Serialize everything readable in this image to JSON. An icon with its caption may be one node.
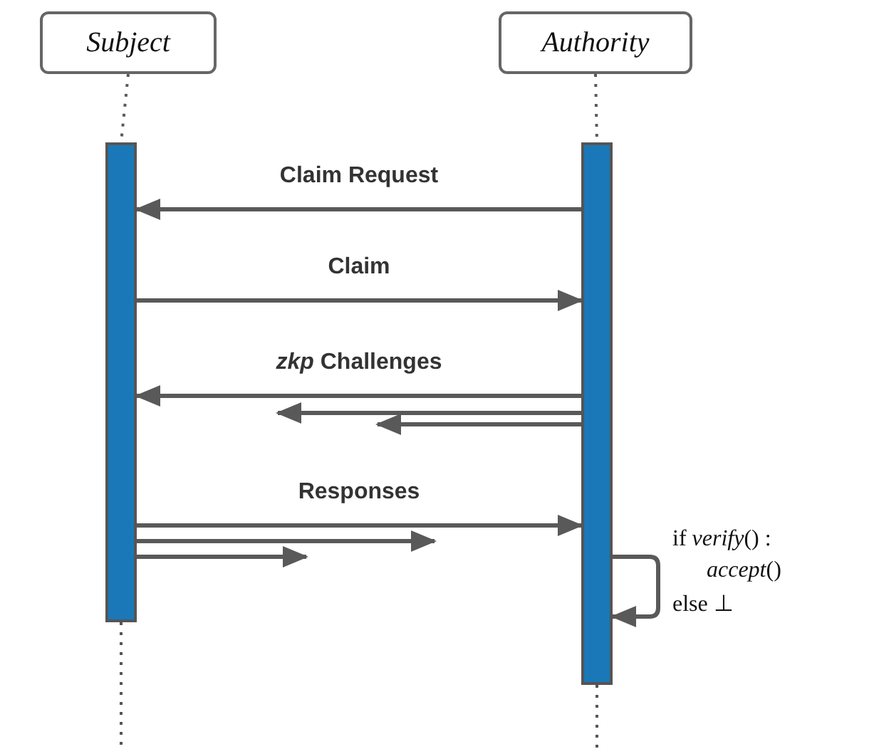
{
  "diagram": {
    "nodes": [
      {
        "text": [
          "Subject"
        ]
      },
      {
        "text": [
          "Authority"
        ]
      },
      {
        "text": [],
        "shape": "bar"
      },
      {
        "text": [],
        "shape": "bar"
      }
    ],
    "edges": [
      {
        "from": 0,
        "to": 2,
        "arrow": "none",
        "style": "dashed"
      },
      {
        "from": 1,
        "to": 3,
        "arrow": "none",
        "style": "dashed"
      },
      {
        "from": 3,
        "to": 2,
        "arrow": "to",
        "label": "Claim Request"
      },
      {
        "from": 2,
        "to": 3,
        "arrow": "to",
        "label": "Claim"
      },
      {
        "from": 3,
        "to": 2,
        "arrow": "to",
        "label": "*zkp* Challenges"
      },
      {
        "from": 3,
        "to": null,
        "arrow": "to"
      },
      {
        "from": 3,
        "to": null,
        "arrow": "to"
      },
      {
        "from": 2,
        "to": 3,
        "arrow": "to",
        "label": "Responses"
      },
      {
        "from": 2,
        "to": null,
        "arrow": "to"
      },
      {
        "from": 2,
        "to": null,
        "arrow": "to"
      },
      {
        "from": 3,
        "to": 3,
        "arrow": "to"
      }
    ],
    "labels": [
      "if *verify*() :",
      "*accept*()",
      "else ⊥"
    ]
  }
}
